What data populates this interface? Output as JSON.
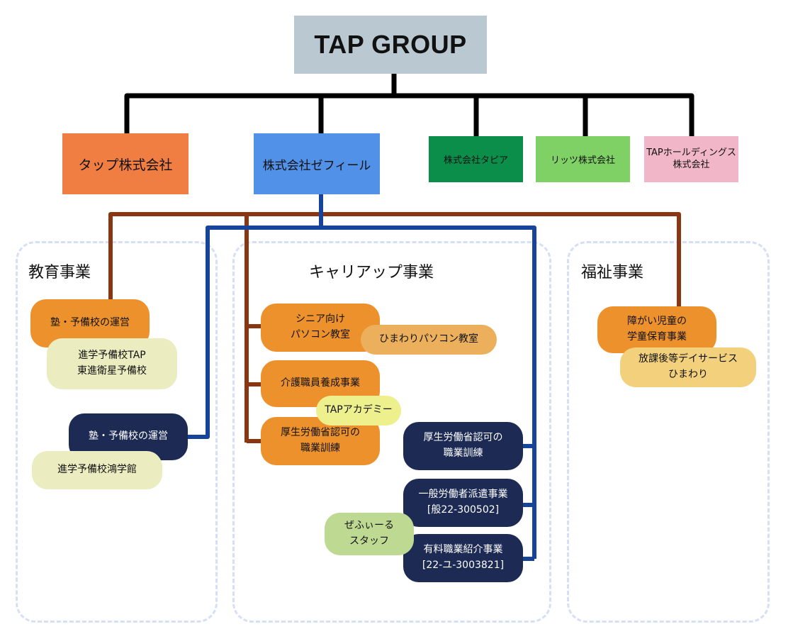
{
  "root": {
    "label": "TAP GROUP",
    "color": "#bac8d2"
  },
  "companies": [
    {
      "label": "タップ株式会社",
      "color": "#f07e43"
    },
    {
      "label": "株式会社ゼフィール",
      "color": "#5291e8"
    },
    {
      "label": "株式会社タピア",
      "color": "#0c8e4b"
    },
    {
      "label": "リッツ株式会社",
      "color": "#7fd065"
    },
    {
      "label": "TAPホールディングス\n株式会社",
      "color": "#f1b6c7"
    }
  ],
  "sections": [
    {
      "title": "教育事業",
      "items": [
        {
          "label": "塾・予備校の運営",
          "sub": "進学予備校TAP\n東進衛星予備校"
        },
        {
          "label": "塾・予備校の運営",
          "sub": "進学予備校鴻学館"
        }
      ]
    },
    {
      "title": "キャリアップ事業",
      "items": [
        {
          "label": "シニア向け\nパソコン教室",
          "sub": "ひまわりパソコン教室"
        },
        {
          "label": "介護職員養成事業",
          "sub": "TAPアカデミー"
        },
        {
          "label": "厚生労働省認可の\n職業訓練"
        },
        {
          "label": "厚生労働省認可の\n職業訓練"
        },
        {
          "label": "一般労働者派遣事業\n[般22-300502]"
        },
        {
          "label": "有料職業紹介事業\n[22-ユ-3003821]"
        }
      ],
      "staff_label": "ぜふぃーる\nスタッフ"
    },
    {
      "title": "福祉事業",
      "items": [
        {
          "label": "障がい児童の\n学童保育事業",
          "sub": "放課後等デイサービス\nひまわり"
        }
      ]
    }
  ],
  "colors": {
    "orange_pill": "#ec912b",
    "navy_pill": "#1d2a54",
    "cream_pill": "#ebecc0",
    "yellow_pill": "#eef08e",
    "peach_pill": "#ecb05c",
    "gold_pill": "#f2d07c",
    "green_pill": "#bdd992",
    "brown_line": "#8b3612",
    "blue_line": "#15449a",
    "black_line": "#000000",
    "dash": "#d5e0f7"
  }
}
